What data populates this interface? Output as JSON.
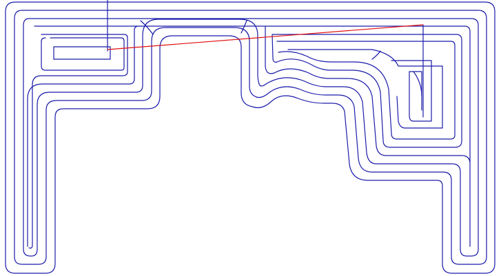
{
  "diagram": {
    "type": "toolpath-offset-contours",
    "labels": [],
    "colors": {
      "background": "#ffffff",
      "contour": "#1a1aaa",
      "rapid_move": "#e01010"
    },
    "elements": [
      {
        "name": "contour-offset-1",
        "kind": "contour"
      },
      {
        "name": "contour-offset-2",
        "kind": "contour"
      },
      {
        "name": "contour-offset-3",
        "kind": "contour"
      },
      {
        "name": "contour-offset-4",
        "kind": "contour"
      },
      {
        "name": "contour-offset-5",
        "kind": "contour"
      },
      {
        "name": "left-spiral-pocket",
        "kind": "contour"
      },
      {
        "name": "right-spiral-pocket",
        "kind": "contour"
      },
      {
        "name": "bridge-arcs",
        "kind": "contour"
      },
      {
        "name": "plunge-lead-lines",
        "kind": "contour"
      },
      {
        "name": "rapid-traverse-line",
        "kind": "rapid"
      }
    ]
  }
}
